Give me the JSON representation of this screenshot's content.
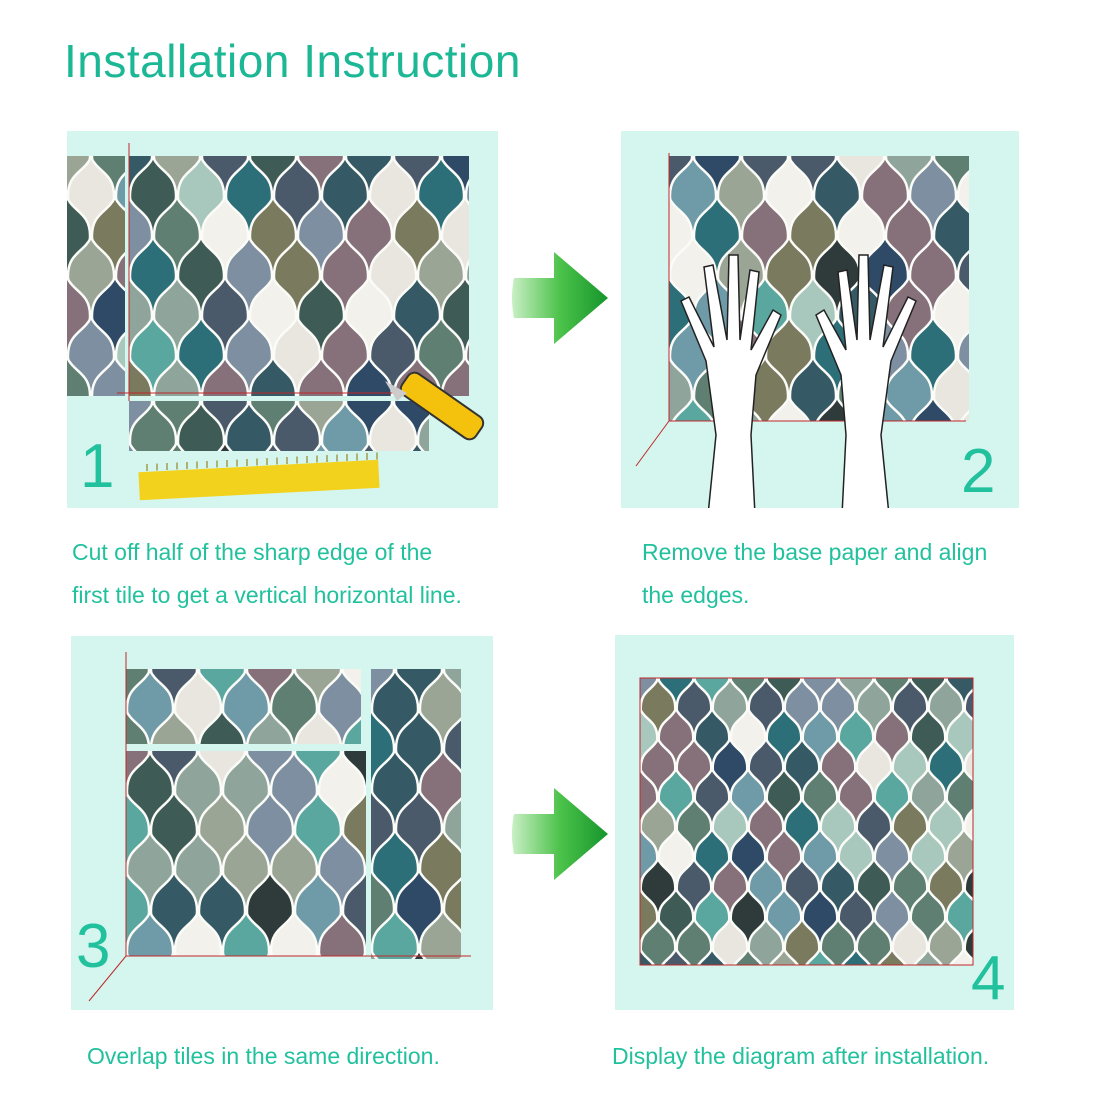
{
  "title": "Installation Instruction",
  "steps": [
    {
      "number": "1",
      "caption_line1": "Cut off half of the sharp edge of the",
      "caption_line2": "first tile to get a vertical horizontal line."
    },
    {
      "number": "2",
      "caption_line1": "Remove the base paper and align",
      "caption_line2": "the edges."
    },
    {
      "number": "3",
      "caption_line1": "Overlap tiles in the same direction.",
      "caption_line2": ""
    },
    {
      "number": "4",
      "caption_line1": "Display the diagram after installation.",
      "caption_line2": ""
    }
  ],
  "colors": {
    "accent": "#22c19e",
    "panel_bg": "#d4f6ee",
    "guide_line": "#c0282a",
    "arrow_green": "#1fa23a",
    "tile_palette": [
      "#5f7f72",
      "#4a5a6a",
      "#7d8fa0",
      "#e8e6df",
      "#3f5b55",
      "#8fa59b",
      "#6f9aa8",
      "#86707a",
      "#355a66",
      "#9aa596",
      "#2f3b3a",
      "#2c6f78",
      "#5aa7a0",
      "#a8c8be",
      "#2e4a66",
      "#f2f1ec",
      "#7a7a5e"
    ]
  }
}
